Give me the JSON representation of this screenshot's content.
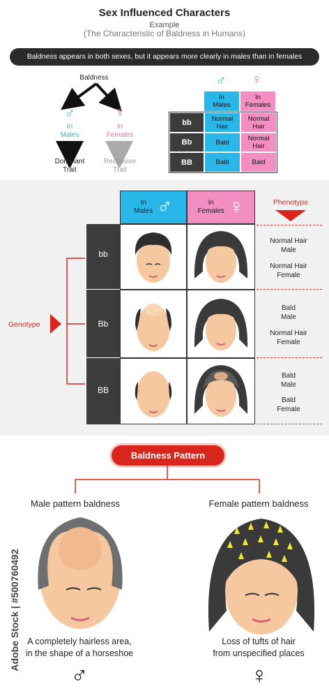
{
  "header": {
    "title": "Sex Influenced Characters",
    "subtitle": "Example",
    "subtitle2": "(The Characteristic of Baldness in Humans)",
    "banner": "Baldness appears in both sexes, but it appears more clearly in males than in females"
  },
  "tree": {
    "root": "Baldness",
    "male_label": "In\nMales",
    "female_label": "In\nFemales",
    "male_trait": "Dominant\nTrait",
    "female_trait": "Recessive\nTrait",
    "male_symbol": "♂",
    "female_symbol": "♀"
  },
  "small_table": {
    "male_header": "In\nMales",
    "female_header": "In\nFemales",
    "rows": [
      {
        "genotype": "bb",
        "male": "Normal\nHair",
        "female": "Normal\nHair"
      },
      {
        "genotype": "Bb",
        "male": "Bald",
        "female": "Normal\nHair"
      },
      {
        "genotype": "BB",
        "male": "Bald",
        "female": "Bald"
      }
    ]
  },
  "big_table": {
    "male_header": "In\nMales",
    "female_header": "In\nFemales",
    "phenotype_label": "Phenotype",
    "genotype_label": "Genotype",
    "rows": [
      {
        "genotype": "bb",
        "male": "Normal Hair\nMale",
        "female": "Normal Hair\nFemale"
      },
      {
        "genotype": "Bb",
        "male": "Bald\nMale",
        "female": "Normal Hair\nFemale"
      },
      {
        "genotype": "BB",
        "male": "Bald\nMale",
        "female": "Bald\nFemale"
      }
    ]
  },
  "pattern": {
    "button": "Baldness Pattern",
    "male_title": "Male pattern baldness",
    "female_title": "Female pattern baldness",
    "male_caption": "A completely hairless area,\nin the shape of a horseshoe",
    "female_caption": "Loss of tufts of hair\nfrom unspecified places"
  },
  "watermark": "Adobe Stock | #500760492",
  "colors": {
    "male": "#29b6e8",
    "female": "#e86aab",
    "accent": "#d9261c",
    "dark": "#3c3c3c"
  }
}
